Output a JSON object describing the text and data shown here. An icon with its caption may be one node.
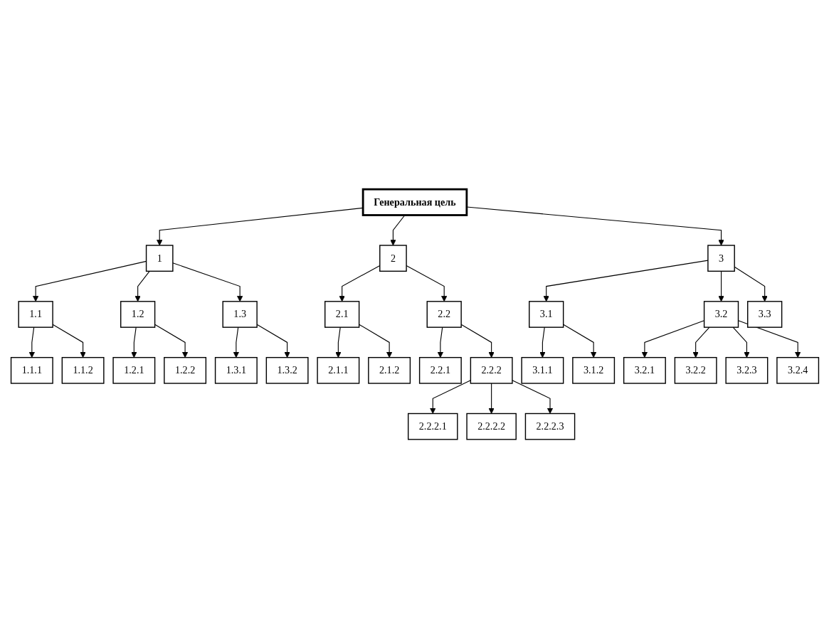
{
  "diagram": {
    "nodes": [
      {
        "text": [
          "Генеральная цель"
        ]
      },
      {
        "text": [
          "1"
        ]
      },
      {
        "text": [
          "2"
        ]
      },
      {
        "text": [
          "3"
        ]
      },
      {
        "text": [
          "1.1"
        ]
      },
      {
        "text": [
          "1.1.1"
        ]
      },
      {
        "text": [
          "1.1.2"
        ]
      },
      {
        "text": [
          "1.2"
        ]
      },
      {
        "text": [
          "1.2.1"
        ]
      },
      {
        "text": [
          "1.2.2"
        ]
      },
      {
        "text": [
          "1.3"
        ]
      },
      {
        "text": [
          "1.3.1"
        ]
      },
      {
        "text": [
          "1.3.2"
        ]
      },
      {
        "text": [
          "2.1"
        ]
      },
      {
        "text": [
          "2.1.1"
        ]
      },
      {
        "text": [
          "2.1.2"
        ]
      },
      {
        "text": [
          "2.2"
        ]
      },
      {
        "text": [
          "2.2.1"
        ]
      },
      {
        "text": [
          "2.2.2"
        ]
      },
      {
        "text": [
          "2.2.2.1"
        ]
      },
      {
        "text": [
          "2.2.2.2"
        ]
      },
      {
        "text": [
          "2.2.2.3"
        ]
      },
      {
        "text": [
          "3.1"
        ]
      },
      {
        "text": [
          "3.1.1"
        ]
      },
      {
        "text": [
          "3.1.2"
        ]
      },
      {
        "text": [
          "3.2"
        ]
      },
      {
        "text": [
          "3.2.1"
        ]
      },
      {
        "text": [
          "3.2.2"
        ]
      },
      {
        "text": [
          "3.2.3"
        ]
      },
      {
        "text": [
          "3.2.4"
        ]
      },
      {
        "text": [
          "3.3"
        ]
      }
    ],
    "edges": [
      {
        "from": 0,
        "to": 1,
        "arrow": "to"
      },
      {
        "from": 0,
        "to": 2,
        "arrow": "to"
      },
      {
        "from": 0,
        "to": 3,
        "arrow": "to"
      },
      {
        "from": 1,
        "to": 4,
        "arrow": "to"
      },
      {
        "from": 4,
        "to": 5,
        "arrow": "to"
      },
      {
        "from": 4,
        "to": 6,
        "arrow": "to"
      },
      {
        "from": 1,
        "to": 7,
        "arrow": "to"
      },
      {
        "from": 7,
        "to": 8,
        "arrow": "to"
      },
      {
        "from": 7,
        "to": 9,
        "arrow": "to"
      },
      {
        "from": 1,
        "to": 10,
        "arrow": "to"
      },
      {
        "from": 10,
        "to": 11,
        "arrow": "to"
      },
      {
        "from": 10,
        "to": 12,
        "arrow": "to"
      },
      {
        "from": 2,
        "to": 13,
        "arrow": "to"
      },
      {
        "from": 13,
        "to": 14,
        "arrow": "to"
      },
      {
        "from": 13,
        "to": 15,
        "arrow": "to"
      },
      {
        "from": 2,
        "to": 16,
        "arrow": "to"
      },
      {
        "from": 16,
        "to": 17,
        "arrow": "to"
      },
      {
        "from": 16,
        "to": 18,
        "arrow": "to"
      },
      {
        "from": 18,
        "to": 19,
        "arrow": "to"
      },
      {
        "from": 18,
        "to": 20,
        "arrow": "to"
      },
      {
        "from": 18,
        "to": 21,
        "arrow": "to"
      },
      {
        "from": 3,
        "to": 22,
        "arrow": "to"
      },
      {
        "from": 22,
        "to": 23,
        "arrow": "to"
      },
      {
        "from": 22,
        "to": 24,
        "arrow": "to"
      },
      {
        "from": 3,
        "to": 25,
        "arrow": "to"
      },
      {
        "from": 25,
        "to": 26,
        "arrow": "to"
      },
      {
        "from": 25,
        "to": 27,
        "arrow": "to"
      },
      {
        "from": 25,
        "to": 28,
        "arrow": "to"
      },
      {
        "from": 25,
        "to": 29,
        "arrow": "to"
      },
      {
        "from": 3,
        "to": 30,
        "arrow": "to"
      }
    ]
  }
}
